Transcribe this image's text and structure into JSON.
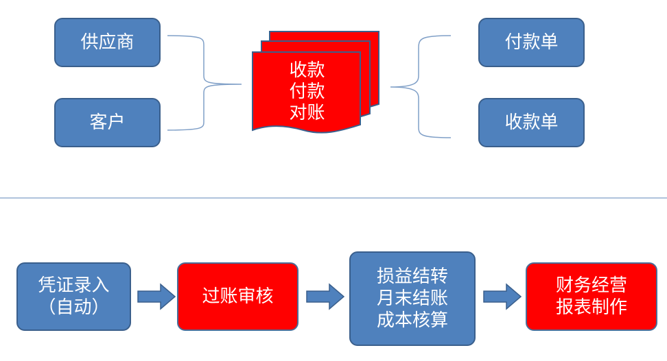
{
  "top": {
    "left_boxes": [
      "供应商",
      "客户"
    ],
    "center_document": "收款\n付款\n对账",
    "right_boxes": [
      "付款单",
      "收款单"
    ]
  },
  "flow": {
    "steps": [
      "凭证录入\n（自动）",
      "过账审核",
      "损益结转\n月末结账\n成本核算",
      "财务经营\n报表制作"
    ]
  },
  "colors": {
    "blue": "#4f81bd",
    "red": "#ff0000",
    "border": "#3a5f8c",
    "bracket": "#7f9fc7"
  }
}
